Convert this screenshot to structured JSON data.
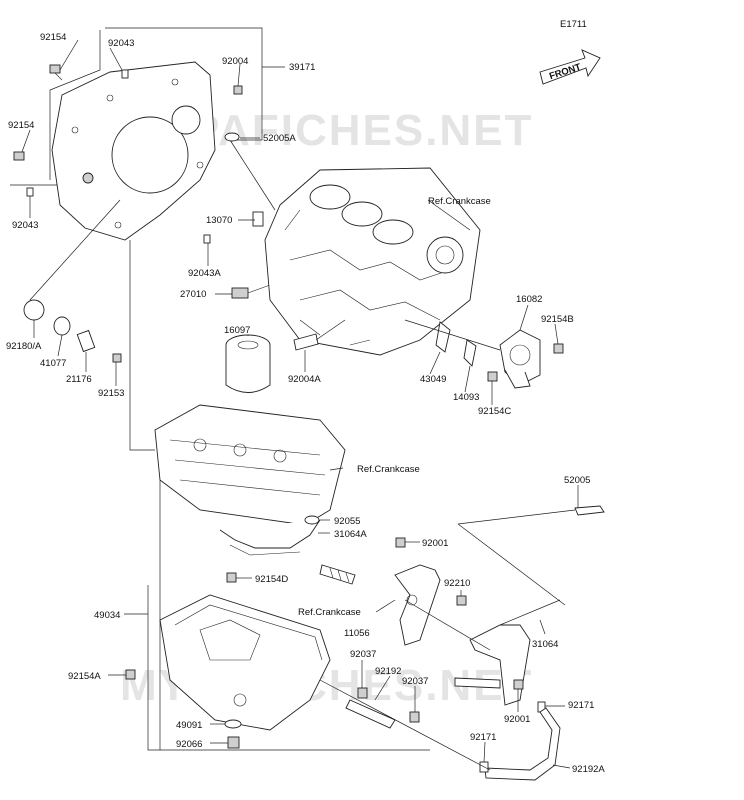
{
  "diagram_code": "E1711",
  "front_label": "FRONT",
  "watermark": "MYPAFICHES.NET",
  "ref_labels": {
    "crankcase_top": "Ref.Crankcase",
    "crankcase_mid": "Ref.Crankcase",
    "crankcase_low": "Ref.Crankcase"
  },
  "part_numbers": {
    "p92154_a": "92154",
    "p92043_a": "92043",
    "p92004": "92004",
    "p39171": "39171",
    "p92154_b": "92154",
    "p52005a": "52005A",
    "p92043_b": "92043",
    "p13070": "13070",
    "p92043a": "92043A",
    "p27010": "27010",
    "p16097": "16097",
    "p92004a": "92004A",
    "p92180a": "92180/A",
    "p41077": "41077",
    "p21176": "21176",
    "p92153": "92153",
    "p16082": "16082",
    "p92154b": "92154B",
    "p43049": "43049",
    "p14093": "14093",
    "p92154c": "92154C",
    "p52005": "52005",
    "p92055": "92055",
    "p31064a": "31064A",
    "p92001_a": "92001",
    "p92154d": "92154D",
    "p92210": "92210",
    "p49034": "49034",
    "p11056": "11056",
    "p31064": "31064",
    "p92037_a": "92037",
    "p92192": "92192",
    "p92037_b": "92037",
    "p92154a": "92154A",
    "p92001_b": "92001",
    "p92171_a": "92171",
    "p49091": "49091",
    "p92066": "92066",
    "p92171_b": "92171",
    "p92192a": "92192A"
  }
}
